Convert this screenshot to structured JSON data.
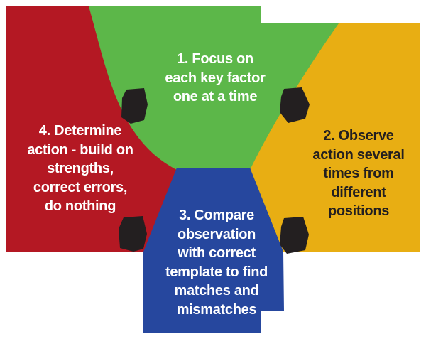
{
  "diagram": {
    "type": "cycle",
    "steps": [
      {
        "number": "1",
        "position": "top",
        "label": "1. Focus on\neach key factor\none at a time",
        "color": "#5cb749",
        "text_color": "#ffffff"
      },
      {
        "number": "2",
        "position": "right",
        "label": "2. Observe\naction several\ntimes from\ndifferent\npositions",
        "color": "#e8ae13",
        "text_color": "#231f20"
      },
      {
        "number": "3",
        "position": "bottom",
        "label": "3. Compare\nobservation\nwith correct\ntemplate to find\nmatches and\nmismatches",
        "color": "#26479e",
        "text_color": "#ffffff"
      },
      {
        "number": "4",
        "position": "left",
        "label": "4. Determine\naction - build on\nstrengths,\ncorrect errors,\ndo nothing",
        "color": "#b41823",
        "text_color": "#ffffff"
      }
    ],
    "arrows": [
      {
        "position": "top-left"
      },
      {
        "position": "top-right"
      },
      {
        "position": "bottom-left"
      },
      {
        "position": "bottom-right"
      }
    ],
    "colors": {
      "green": "#5cb749",
      "yellow": "#e8ae13",
      "blue": "#26479e",
      "red": "#b41823",
      "arrow": "#231f20",
      "background": "#ffffff"
    }
  }
}
